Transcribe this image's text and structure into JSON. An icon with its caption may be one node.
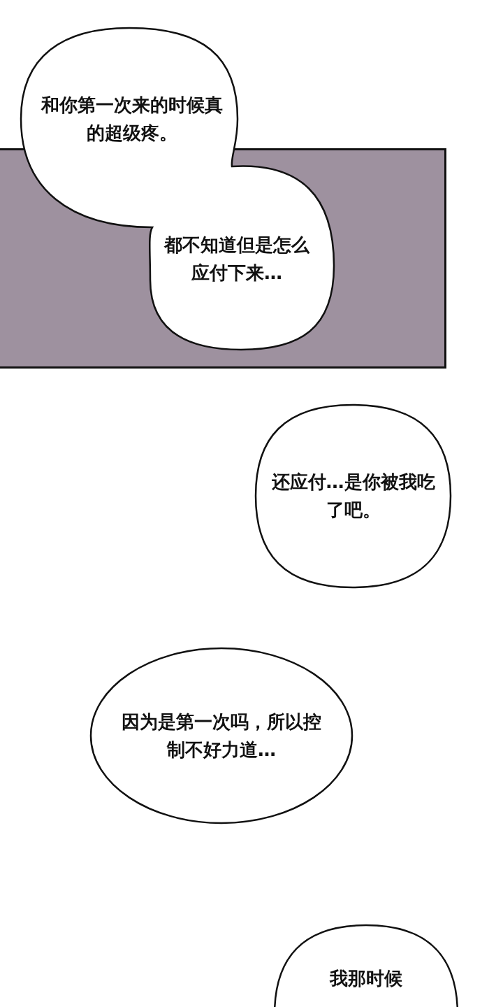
{
  "diagram": {
    "nodes": [
      {
        "text": [
          "和你第一次来的时候真的超级疼。",
          "都不知道但是怎么应付下来…"
        ]
      },
      {
        "text": [
          "还应付…是你被我吃了吧。"
        ]
      },
      {
        "text": [
          "因为是第一次吗，所以控制不好力道…"
        ]
      },
      {
        "text": [
          "我那时候"
        ]
      }
    ]
  }
}
